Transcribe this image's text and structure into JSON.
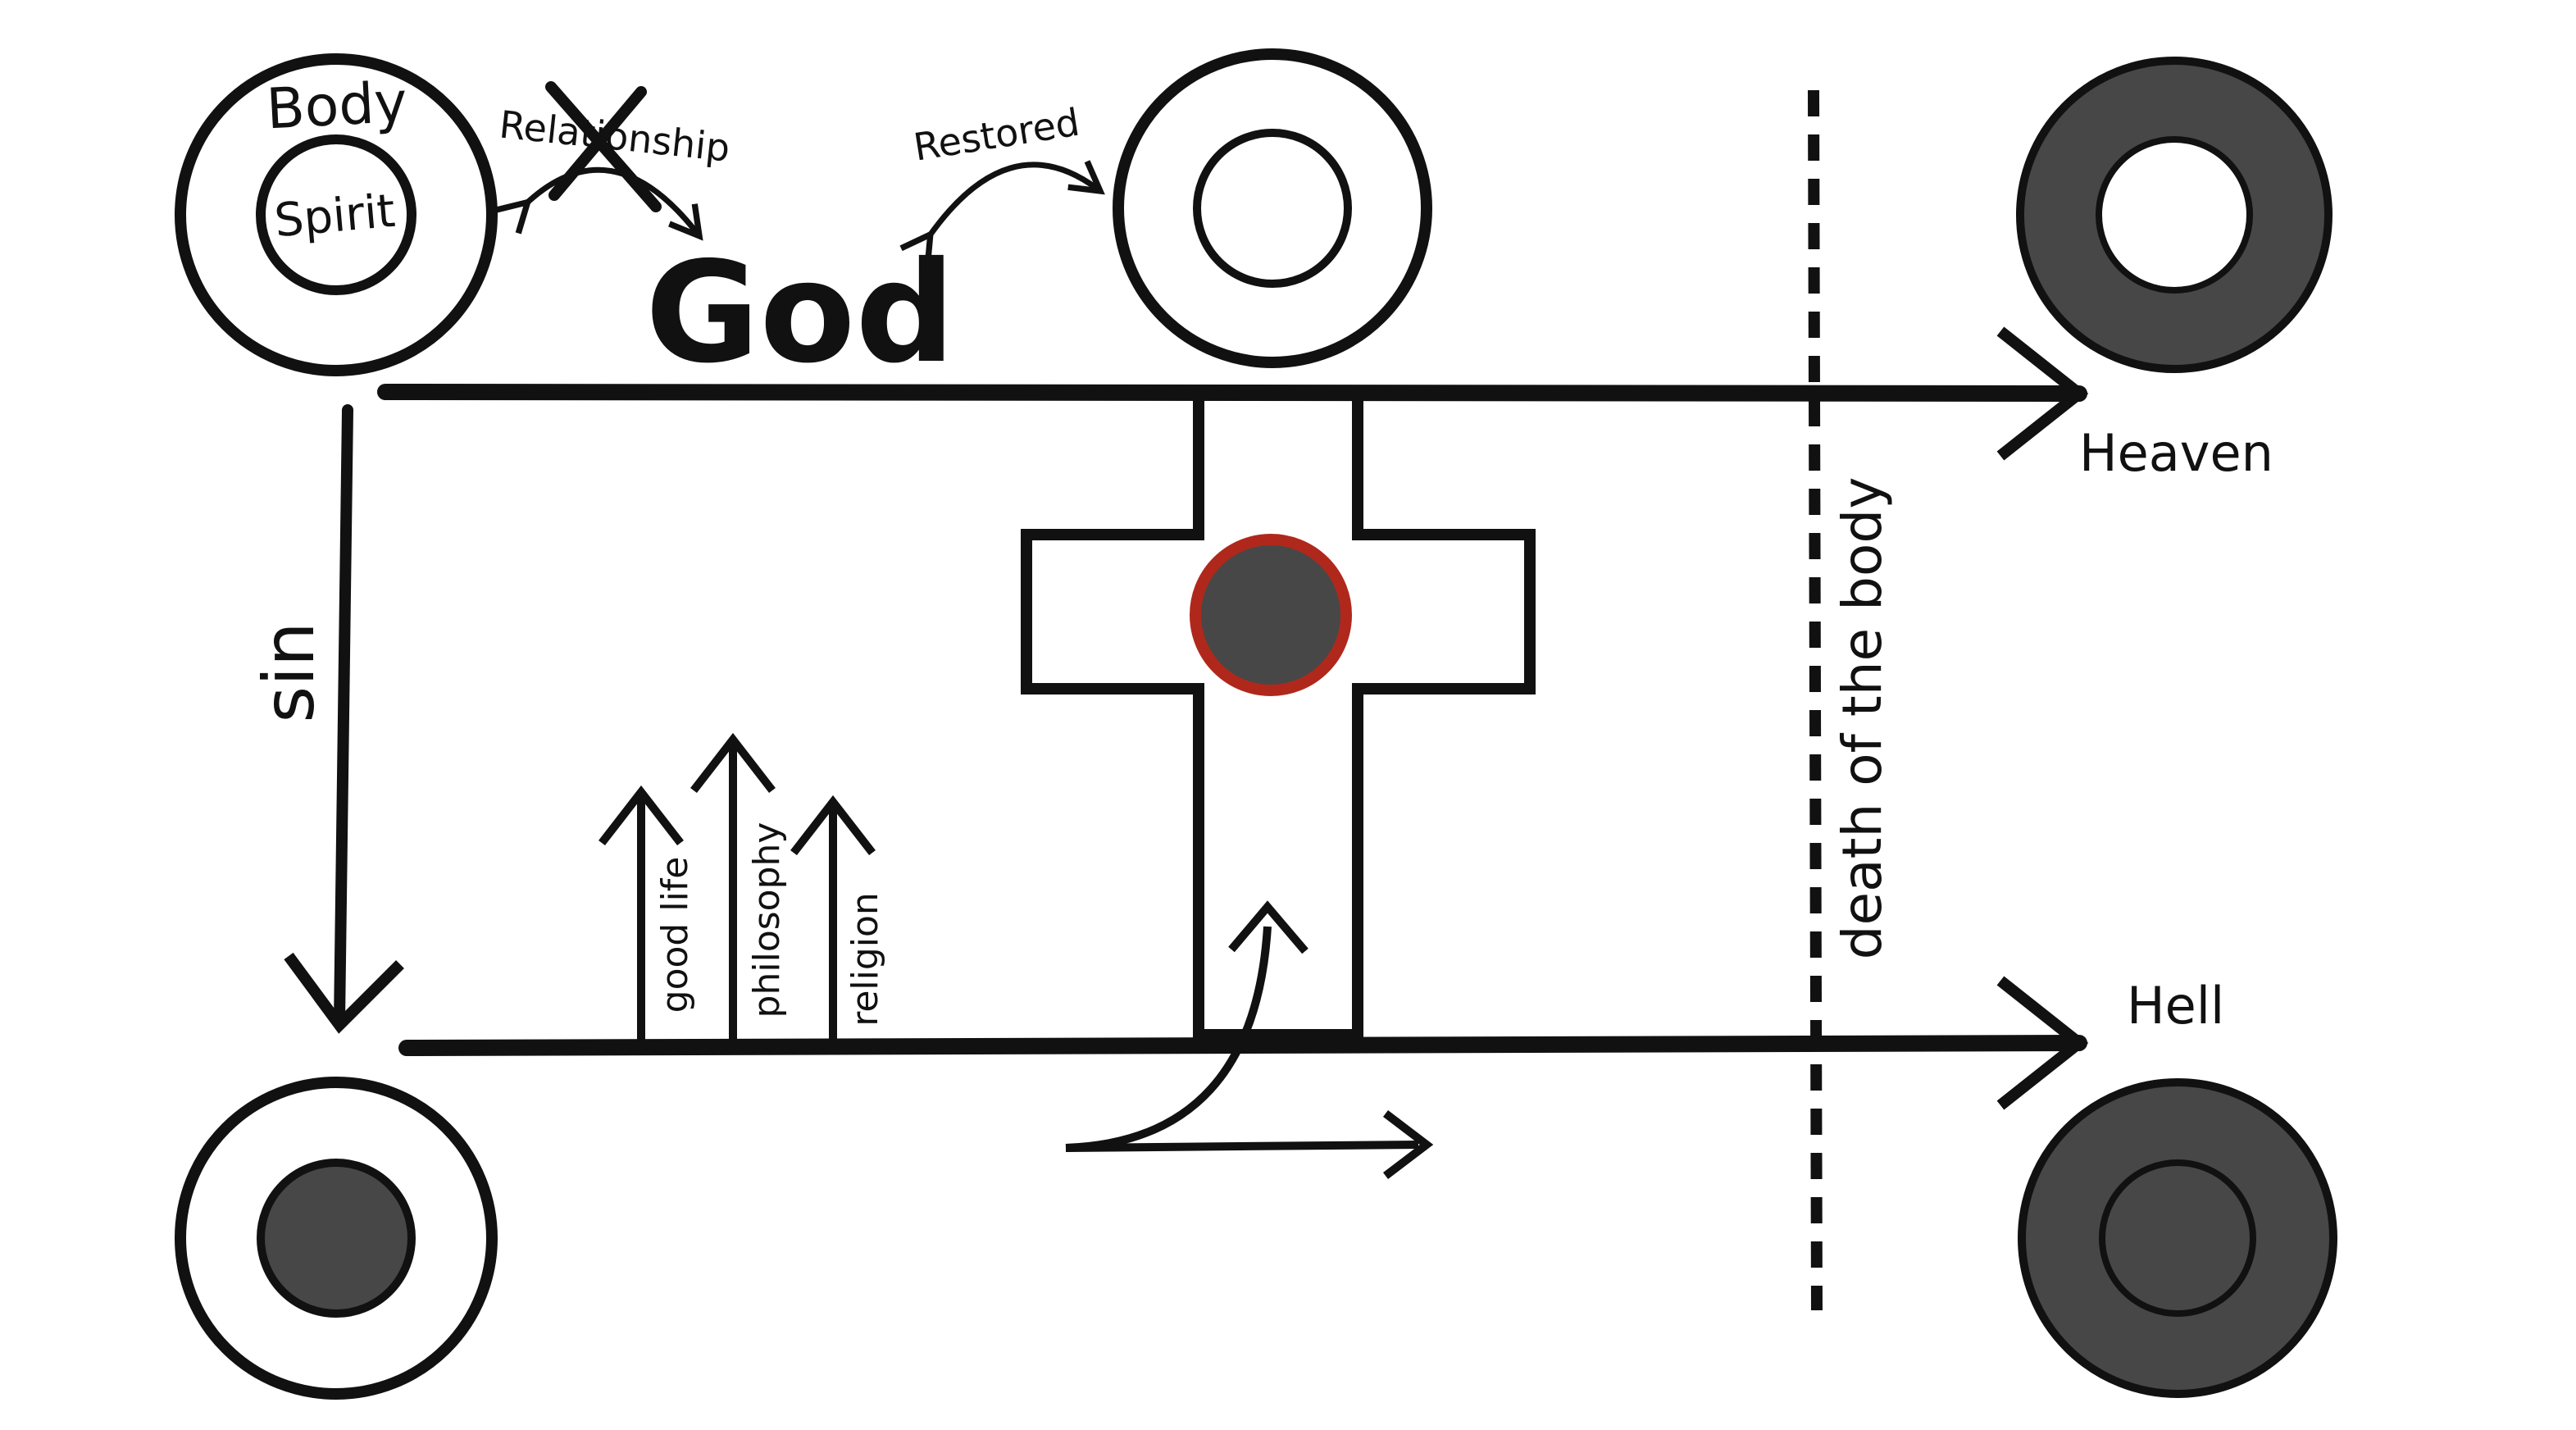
{
  "labels": {
    "body": "Body",
    "spirit": "Spirit",
    "relationship": "Relationship",
    "god": "God",
    "restored": "Restored",
    "heaven": "Heaven",
    "hell": "Hell",
    "sin": "sin",
    "death_of_the_body": "death of the body",
    "good_life": "good life",
    "philosophy": "philosophy",
    "religion": "religion"
  },
  "colors": {
    "ink": "#111111",
    "dark_fill": "#474747",
    "cross_center_ring": "#b0281c",
    "background": "#ffffff"
  },
  "icons": {
    "crossed_out": "x-mark-icon",
    "cross": "cross-icon"
  }
}
